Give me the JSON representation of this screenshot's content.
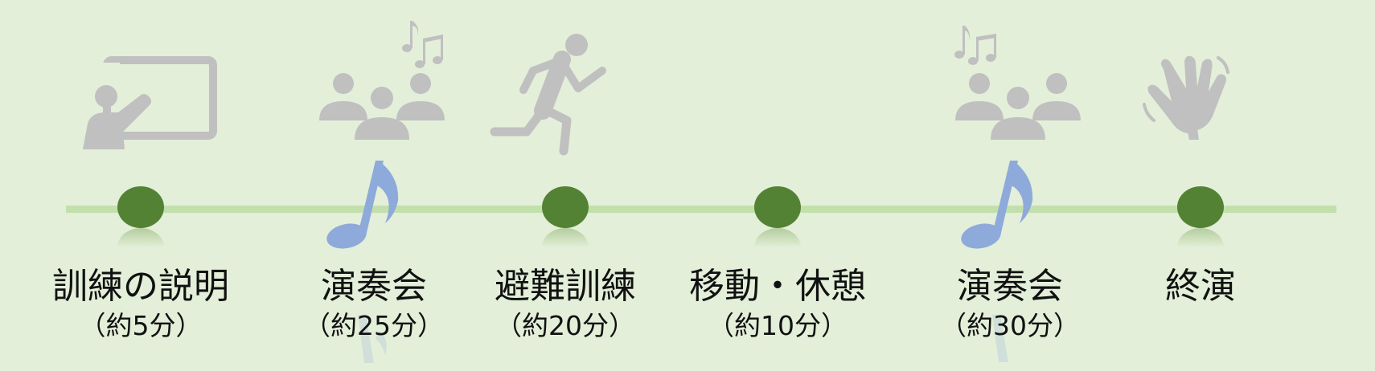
{
  "timeline": {
    "steps": [
      {
        "title": "訓練の説明",
        "duration": "（約5分）",
        "icon": "presenter-icon"
      },
      {
        "title": "演奏会",
        "duration": "（約25分）",
        "icon": "audience-music-icon",
        "marker": "music-note-icon"
      },
      {
        "title": "避難訓練",
        "duration": "（約20分）",
        "icon": "running-person-icon"
      },
      {
        "title": "移動・休憩",
        "duration": "（約10分）"
      },
      {
        "title": "演奏会",
        "duration": "（約30分）",
        "icon": "audience-music-icon",
        "marker": "music-note-icon"
      },
      {
        "title": "終演",
        "duration": "",
        "icon": "waving-hand-icon"
      }
    ]
  },
  "colors": {
    "background": "#e3efd9",
    "track": "#c2e0ac",
    "dot": "#538234",
    "icon_gray": "#c0c0c0",
    "note_blue": "#8eaadb"
  }
}
